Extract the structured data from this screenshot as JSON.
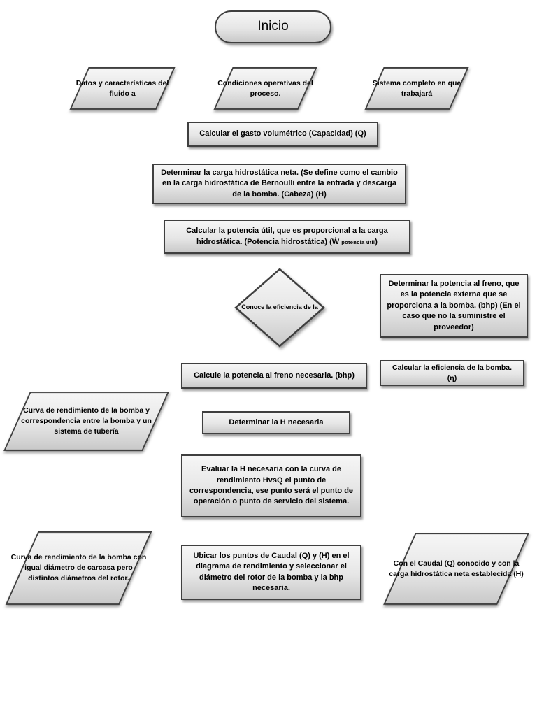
{
  "diagram": {
    "colors": {
      "fill_top": "#f6f6f6",
      "fill_mid": "#e6e6e6",
      "fill_bottom": "#c9c9c9",
      "border": "#3f3f3f",
      "text": "#000000"
    },
    "nodes": {
      "inicio": {
        "label": "Inicio",
        "shape": "terminator"
      },
      "datos_fluido": {
        "label": "Datos y características del fluido a",
        "shape": "parallelogram"
      },
      "condiciones_proceso": {
        "label": "Condiciones operativas del proceso.",
        "shape": "parallelogram"
      },
      "sistema_completo": {
        "label": "Sistema completo en que trabajará",
        "shape": "parallelogram"
      },
      "calcular_gasto": {
        "label": "Calcular el gasto volumétrico (Capacidad) (Q)",
        "shape": "process"
      },
      "determinar_carga": {
        "label": "Determinar la carga hidrostática neta. (Se define como el cambio en la carga hidrostática de Bernoulli entre la entrada y descarga de la bomba. (Cabeza)  (H)",
        "shape": "process"
      },
      "potencia_util": {
        "label": "Calcular la potencia útil, que es proporcional a la carga hidrostática.   (Potencia hidrostática) (Ẇ",
        "sub": "potencia útil",
        "close": ")",
        "shape": "process"
      },
      "conoce_eficiencia": {
        "label": "Conoce la eficiencia de la",
        "shape": "decision"
      },
      "determinar_potencia_freno": {
        "label": "Determinar la potencia al freno, que es la potencia externa que se proporciona a la bomba. (bhp) (En el caso que no la suministre el proveedor)",
        "shape": "process"
      },
      "calcular_eficiencia": {
        "label": "Calcular la eficiencia de la bomba. (η)",
        "shape": "process"
      },
      "calcule_potencia_freno": {
        "label": "Calcule la potencia al freno necesaria. (bhp)",
        "shape": "process"
      },
      "curva_correspondencia": {
        "label": "Curva de rendimiento de la bomba y correspondencia entre la bomba y un sistema de tubería",
        "shape": "parallelogram"
      },
      "determinar_h": {
        "label": "Determinar la H necesaria",
        "shape": "process"
      },
      "evaluar_h": {
        "label": "Evaluar la H necesaria con la curva de rendimiento HvsQ el punto de correspondencia, ese punto será el punto de operación o punto de servicio del sistema.",
        "shape": "process"
      },
      "curva_rotor": {
        "label": "Curva de rendimiento de la bomba con igual diámetro de carcasa pero distintos diámetros del rotor.",
        "shape": "parallelogram"
      },
      "ubicar_puntos": {
        "label": "Ubicar los puntos de Caudal (Q) y (H) en el diagrama de rendimiento y seleccionar el diámetro del rotor de la bomba y la bhp necesaria.",
        "shape": "process"
      },
      "caudal_conocido": {
        "label": "Con el Caudal (Q) conocido y con la carga hidrostática neta establecida (H)",
        "shape": "parallelogram"
      }
    }
  }
}
